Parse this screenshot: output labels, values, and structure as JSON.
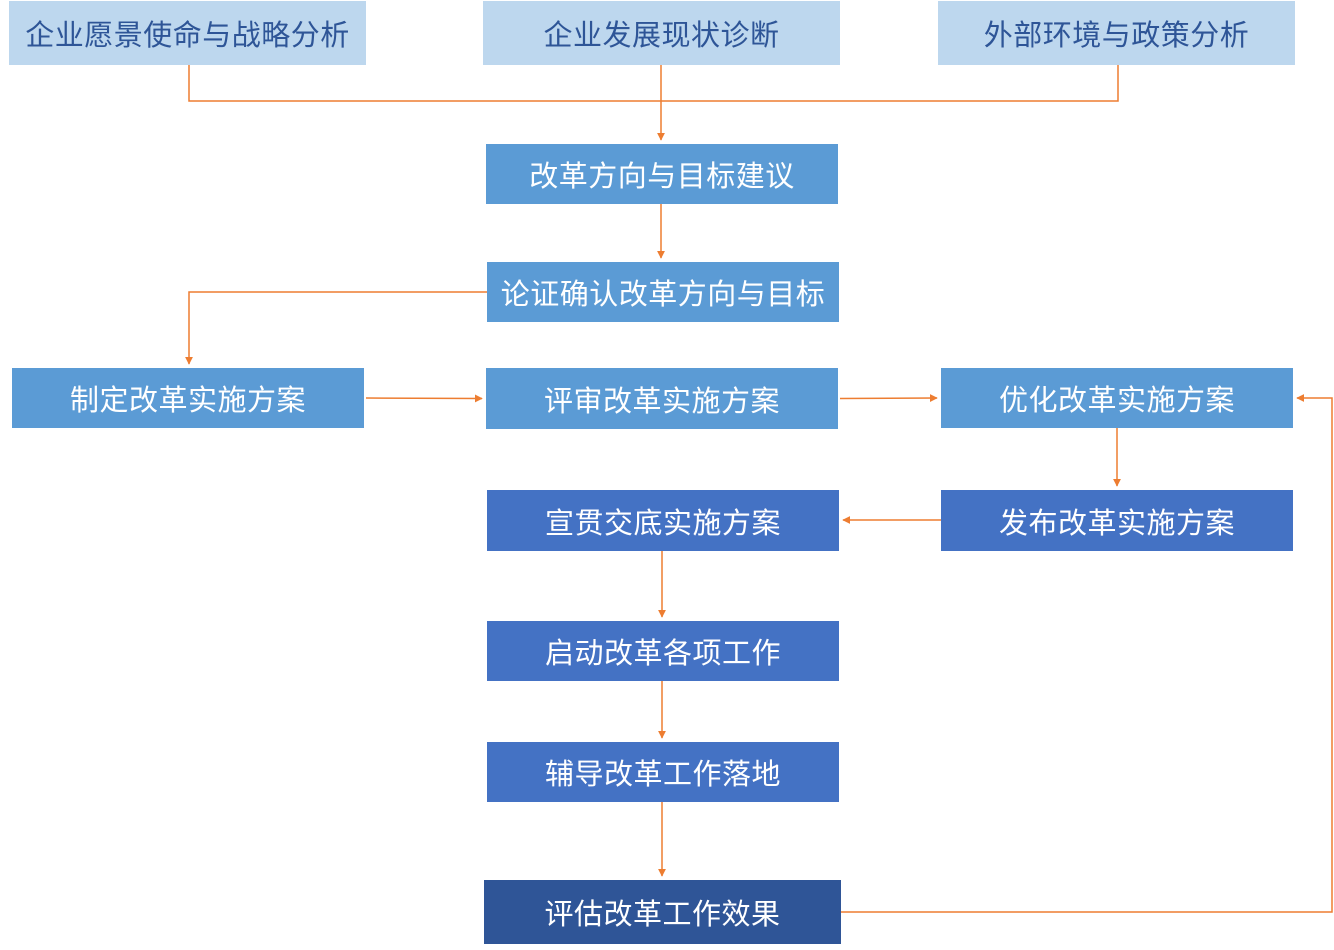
{
  "flow": {
    "accent_colors": {
      "connector": "#ed7d31",
      "node_light": "#bdd7ee",
      "node_mid": "#5b9bd5",
      "node_deep": "#4472c4",
      "node_dark": "#2f5597",
      "text_dark_blue": "#2e5597"
    },
    "nodes": [
      {
        "id": "n1",
        "label": "企业愿景使命与战略分析"
      },
      {
        "id": "n2",
        "label": "企业发展现状诊断"
      },
      {
        "id": "n3",
        "label": "外部环境与政策分析"
      },
      {
        "id": "n4",
        "label": "改革方向与目标建议"
      },
      {
        "id": "n5",
        "label": "论证确认改革方向与目标"
      },
      {
        "id": "n6",
        "label": "制定改革实施方案"
      },
      {
        "id": "n7",
        "label": "评审改革实施方案"
      },
      {
        "id": "n8",
        "label": "优化改革实施方案"
      },
      {
        "id": "n9",
        "label": "宣贯交底实施方案"
      },
      {
        "id": "n10",
        "label": "发布改革实施方案"
      },
      {
        "id": "n11",
        "label": "启动改革各项工作"
      },
      {
        "id": "n12",
        "label": "辅导改革工作落地"
      },
      {
        "id": "n13",
        "label": "评估改革工作效果"
      }
    ],
    "edges": [
      {
        "from": "企业愿景使命与战略分析",
        "to": "改革方向与目标建议"
      },
      {
        "from": "企业发展现状诊断",
        "to": "改革方向与目标建议"
      },
      {
        "from": "外部环境与政策分析",
        "to": "改革方向与目标建议"
      },
      {
        "from": "改革方向与目标建议",
        "to": "论证确认改革方向与目标"
      },
      {
        "from": "论证确认改革方向与目标",
        "to": "制定改革实施方案"
      },
      {
        "from": "制定改革实施方案",
        "to": "评审改革实施方案"
      },
      {
        "from": "评审改革实施方案",
        "to": "优化改革实施方案"
      },
      {
        "from": "优化改革实施方案",
        "to": "发布改革实施方案"
      },
      {
        "from": "发布改革实施方案",
        "to": "宣贯交底实施方案"
      },
      {
        "from": "宣贯交底实施方案",
        "to": "启动改革各项工作"
      },
      {
        "from": "启动改革各项工作",
        "to": "辅导改革工作落地"
      },
      {
        "from": "辅导改革工作落地",
        "to": "评估改革工作效果"
      },
      {
        "from": "评估改革工作效果",
        "to": "优化改革实施方案"
      }
    ]
  }
}
